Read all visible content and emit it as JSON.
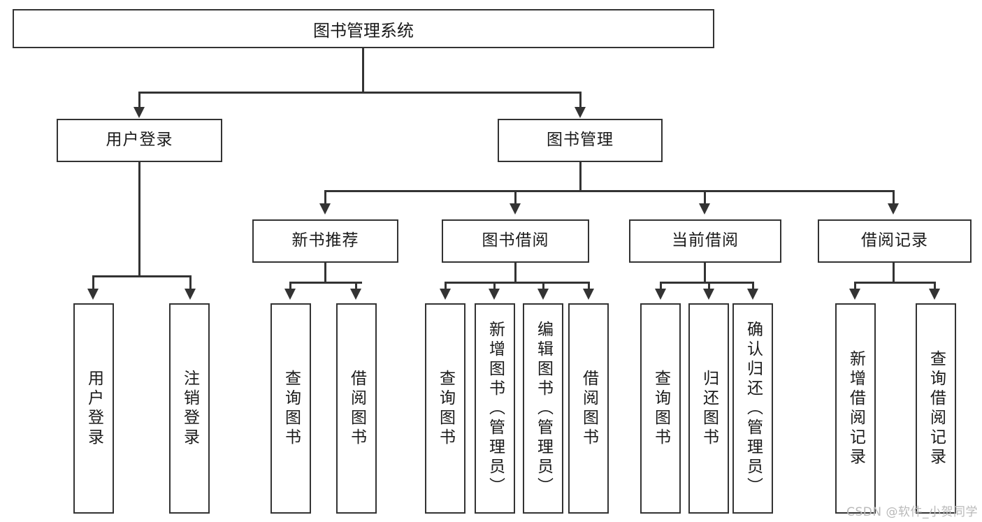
{
  "diagram": {
    "type": "tree-hierarchy-chart",
    "title": "图书管理系统",
    "background_color": "#ffffff",
    "line_color": "#333333",
    "text_color": "#1a1a1a",
    "root": {
      "label": "图书管理系统"
    },
    "level2": [
      {
        "id": "user-login",
        "label": "用户登录"
      },
      {
        "id": "book-management",
        "label": "图书管理"
      }
    ],
    "level3": [
      {
        "id": "new-book-recommend",
        "label": "新书推荐",
        "parent": "book-management"
      },
      {
        "id": "book-borrow",
        "label": "图书借阅",
        "parent": "book-management"
      },
      {
        "id": "current-borrow",
        "label": "当前借阅",
        "parent": "book-management"
      },
      {
        "id": "borrow-record",
        "label": "借阅记录",
        "parent": "book-management"
      }
    ],
    "leaves": [
      {
        "id": "leaf-user-login",
        "label": "用户登录",
        "parent": "user-login"
      },
      {
        "id": "leaf-logout-login",
        "label": "注销登录",
        "parent": "user-login"
      },
      {
        "id": "leaf-query-book-1",
        "label": "查询图书",
        "parent": "new-book-recommend"
      },
      {
        "id": "leaf-borrow-book-1",
        "label": "借阅图书",
        "parent": "new-book-recommend"
      },
      {
        "id": "leaf-query-book-2",
        "label": "查询图书",
        "parent": "book-borrow"
      },
      {
        "id": "leaf-add-book",
        "label": "新增图书（管理员）",
        "parent": "book-borrow"
      },
      {
        "id": "leaf-edit-book",
        "label": "编辑图书（管理员）",
        "parent": "book-borrow"
      },
      {
        "id": "leaf-borrow-book-2",
        "label": "借阅图书",
        "parent": "book-borrow"
      },
      {
        "id": "leaf-query-book-3",
        "label": "查询图书",
        "parent": "current-borrow"
      },
      {
        "id": "leaf-return-book",
        "label": "归还图书",
        "parent": "current-borrow"
      },
      {
        "id": "leaf-confirm-return",
        "label": "确认归还（管理员）",
        "parent": "current-borrow"
      },
      {
        "id": "leaf-add-record",
        "label": "新增借阅记录",
        "parent": "borrow-record"
      },
      {
        "id": "leaf-query-record",
        "label": "查询借阅记录",
        "parent": "borrow-record"
      }
    ]
  },
  "watermark": {
    "text": "CSDN @软件_小贺同学"
  }
}
